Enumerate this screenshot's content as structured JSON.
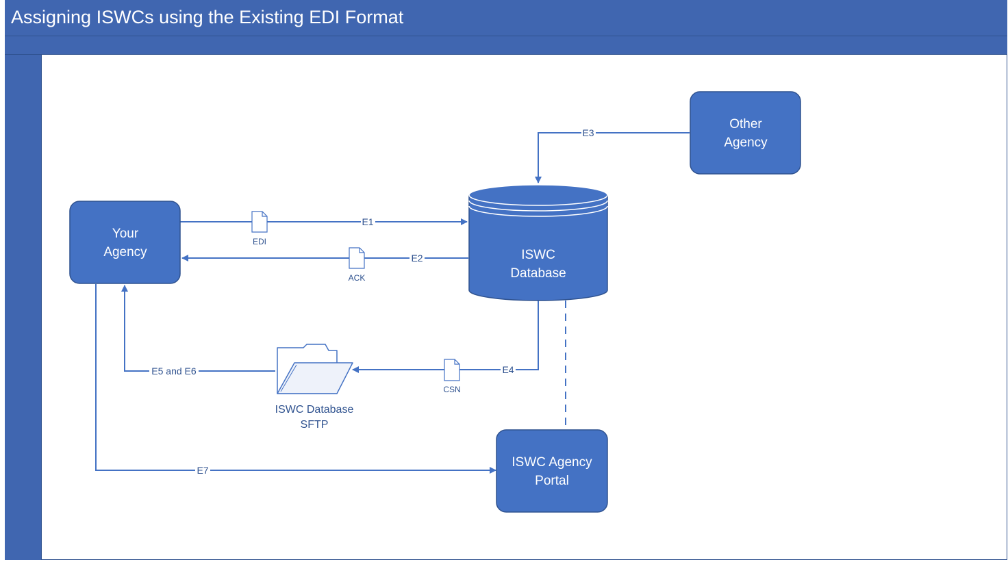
{
  "title": "Assigning ISWCs using the Existing EDI Format",
  "nodes": {
    "your_agency": [
      "Your",
      "Agency"
    ],
    "iswc_database": [
      "ISWC",
      "Database"
    ],
    "other_agency": [
      "Other",
      "Agency"
    ],
    "sftp": [
      "ISWC Database",
      "SFTP"
    ],
    "agency_portal": [
      "ISWC Agency",
      "Portal"
    ]
  },
  "edges": {
    "e1": "E1",
    "e2": "E2",
    "e3": "E3",
    "e4": "E4",
    "e5_e6": "E5 and E6",
    "e7": "E7"
  },
  "documents": {
    "edi": "EDI",
    "ack": "ACK",
    "csn": "CSN"
  },
  "colors": {
    "header": "#4066B0",
    "node_fill": "#4472C4",
    "stroke": "#2F528F",
    "arrow": "#4472C4"
  }
}
